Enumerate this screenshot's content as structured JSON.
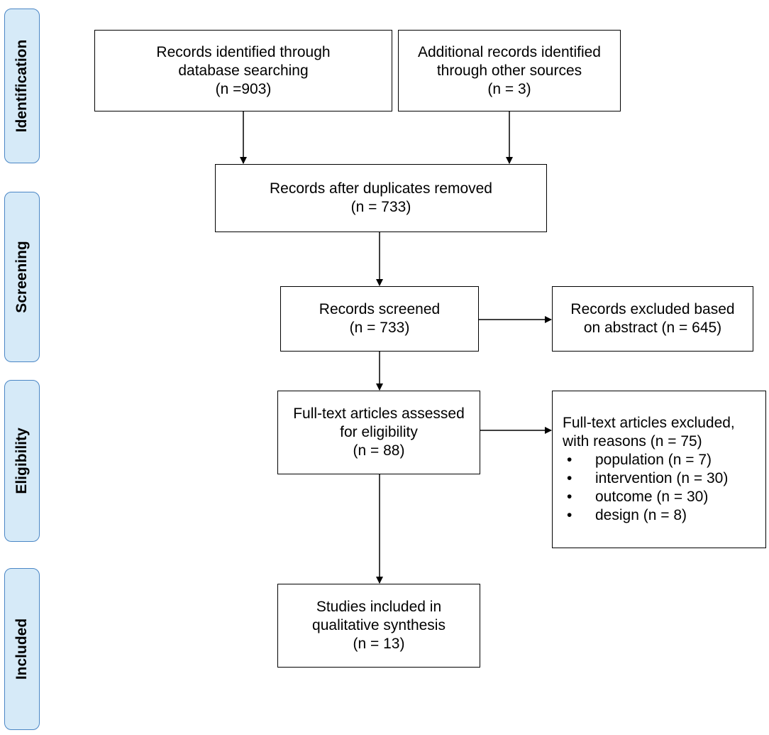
{
  "phases": {
    "identification": "Identification",
    "screening": "Screening",
    "eligibility": "Eligibility",
    "included": "Included"
  },
  "boxes": {
    "database": {
      "line1": "Records identified through",
      "line2": "database searching",
      "line3": "(n =903)"
    },
    "other_sources": {
      "line1": "Additional records identified",
      "line2": "through other sources",
      "line3": "(n =  3)"
    },
    "duplicates_removed": {
      "line1": "Records after duplicates removed",
      "line2": "(n = 733)"
    },
    "screened": {
      "line1": "Records screened",
      "line2": "(n = 733)"
    },
    "excluded_abstract": {
      "line1": "Records excluded based",
      "line2": "on abstract (n = 645)"
    },
    "fulltext_assessed": {
      "line1": "Full-text articles assessed",
      "line2": "for eligibility",
      "line3": "(n = 88)"
    },
    "fulltext_excluded": {
      "line1": "Full-text articles excluded,",
      "line2": "with reasons (n = 75)",
      "reasons": [
        "population (n = 7)",
        "intervention (n = 30)",
        "outcome (n = 30)",
        "design (n = 8)"
      ]
    },
    "included_studies": {
      "line1": "Studies included in",
      "line2": "qualitative synthesis",
      "line3": "(n =  13)"
    }
  },
  "colors": {
    "phase_fill": "#d6eaf8",
    "phase_border": "#4a86c5",
    "box_border": "#000000"
  }
}
